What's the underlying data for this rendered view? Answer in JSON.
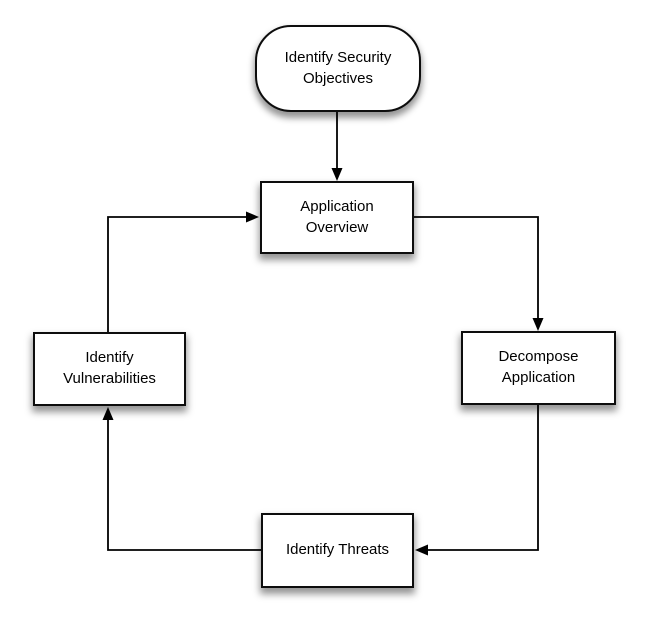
{
  "diagram": {
    "type": "flowchart",
    "background_color": "#ffffff",
    "node_fill": "#ffffff",
    "node_border_color": "#0d0d0d",
    "connector_color": "#000000",
    "text_color": "#000000"
  },
  "nodes": [
    {
      "id": "identify-security-objectives",
      "shape": "stadium",
      "lines": [
        "Identify Security",
        "Objectives"
      ]
    },
    {
      "id": "application-overview",
      "shape": "rect",
      "lines": [
        "Application",
        "Overview"
      ]
    },
    {
      "id": "decompose-application",
      "shape": "rect",
      "lines": [
        "Decompose",
        "Application"
      ]
    },
    {
      "id": "identify-threats",
      "shape": "rect",
      "lines": [
        "Identify Threats"
      ]
    },
    {
      "id": "identify-vulnerabilities",
      "shape": "rect",
      "lines": [
        "Identify",
        "Vulnerabilities"
      ]
    }
  ],
  "edges": [
    {
      "from": "identify-security-objectives",
      "to": "application-overview",
      "style": "straight-down-arrow"
    },
    {
      "from": "identify-vulnerabilities",
      "to": "application-overview",
      "style": "up-then-right-arrow"
    },
    {
      "from": "application-overview",
      "to": "decompose-application",
      "style": "right-then-down-arrow"
    },
    {
      "from": "decompose-application",
      "to": "identify-threats",
      "style": "down-then-left-arrow"
    },
    {
      "from": "identify-threats",
      "to": "identify-vulnerabilities",
      "style": "left-then-up-arrow"
    }
  ]
}
